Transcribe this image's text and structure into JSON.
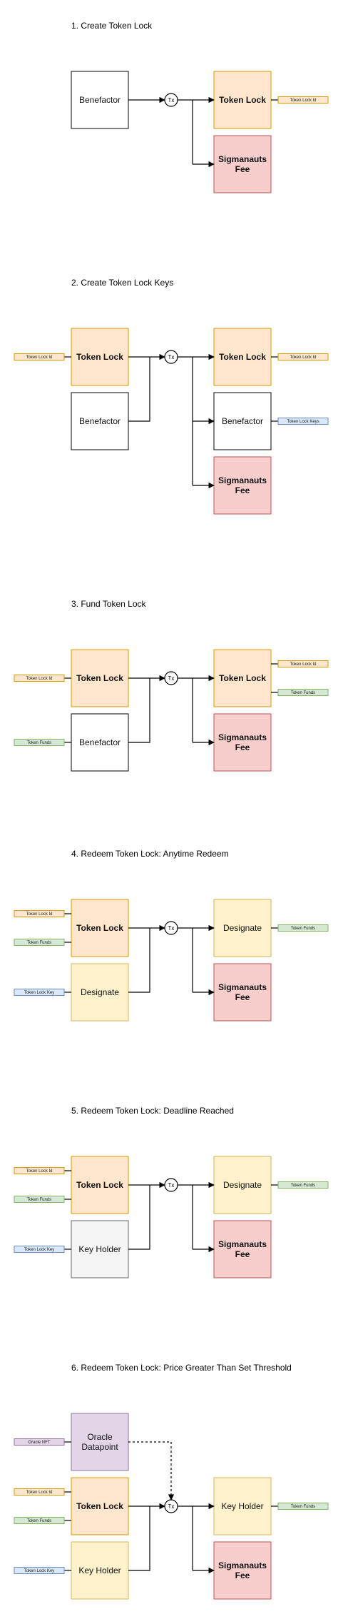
{
  "tx_label": "Tx",
  "styles": {
    "token": {
      "fill": "#ffe6cc",
      "stroke": "#d79b00"
    },
    "benefactor": {
      "fill": "#ffffff",
      "stroke": "#000000"
    },
    "fee": {
      "fill": "#f8cecc",
      "stroke": "#b85450"
    },
    "designate": {
      "fill": "#fff2cc",
      "stroke": "#d6b656"
    },
    "keyholder_gray": {
      "fill": "#f5f5f5",
      "stroke": "#666666"
    },
    "oracle": {
      "fill": "#e1d5e7",
      "stroke": "#9673a6"
    },
    "tag_orange": {
      "fill": "#ffe6cc",
      "stroke": "#d79b00"
    },
    "tag_green": {
      "fill": "#d5e8d4",
      "stroke": "#82b366"
    },
    "tag_blue": {
      "fill": "#dae8fc",
      "stroke": "#6c8ebf"
    },
    "tag_purple": {
      "fill": "#e1d5e7",
      "stroke": "#9673a6"
    }
  },
  "sections": [
    {
      "title": "1. Create Token Lock",
      "inputs": [
        {
          "label": "Benefactor",
          "style": "benefactor",
          "bold": false,
          "tags": []
        }
      ],
      "outputs": [
        {
          "label": "Token Lock",
          "style": "token",
          "bold": true,
          "tags": [
            {
              "label": "Token Lock Id",
              "style": "tag_orange"
            }
          ]
        },
        {
          "label": "Sigmanauts Fee",
          "style": "fee",
          "bold": true,
          "tags": []
        }
      ]
    },
    {
      "title": "2. Create Token Lock Keys",
      "inputs": [
        {
          "label": "Token Lock",
          "style": "token",
          "bold": true,
          "tags": [
            {
              "label": "Token Lock Id",
              "style": "tag_orange"
            }
          ]
        },
        {
          "label": "Benefactor",
          "style": "benefactor",
          "bold": false,
          "tags": []
        }
      ],
      "outputs": [
        {
          "label": "Token Lock",
          "style": "token",
          "bold": true,
          "tags": [
            {
              "label": "Token Lock Id",
              "style": "tag_orange"
            }
          ]
        },
        {
          "label": "Benefactor",
          "style": "benefactor",
          "bold": false,
          "tags": [
            {
              "label": "Token Lock Keys",
              "style": "tag_blue"
            }
          ]
        },
        {
          "label": "Sigmanauts Fee",
          "style": "fee",
          "bold": true,
          "tags": []
        }
      ]
    },
    {
      "title": "3. Fund Token Lock",
      "inputs": [
        {
          "label": "Token Lock",
          "style": "token",
          "bold": true,
          "tags": [
            {
              "label": "Token Lock Id",
              "style": "tag_orange"
            }
          ]
        },
        {
          "label": "Benefactor",
          "style": "benefactor",
          "bold": false,
          "tags": [
            {
              "label": "Token Funds",
              "style": "tag_green"
            }
          ]
        }
      ],
      "outputs": [
        {
          "label": "Token Lock",
          "style": "token",
          "bold": true,
          "tags": [
            {
              "label": "Token Lock Id",
              "style": "tag_orange"
            },
            {
              "label": "Token Funds",
              "style": "tag_green"
            }
          ]
        },
        {
          "label": "Sigmanauts Fee",
          "style": "fee",
          "bold": true,
          "tags": []
        }
      ]
    },
    {
      "title": "4. Redeem Token Lock: Anytime Redeem",
      "inputs": [
        {
          "label": "Token Lock",
          "style": "token",
          "bold": true,
          "tags": [
            {
              "label": "Token Lock Id",
              "style": "tag_orange"
            },
            {
              "label": "Token Funds",
              "style": "tag_green"
            }
          ]
        },
        {
          "label": "Designate",
          "style": "designate",
          "bold": false,
          "tags": [
            {
              "label": "Token Lock Key",
              "style": "tag_blue"
            }
          ]
        }
      ],
      "outputs": [
        {
          "label": "Designate",
          "style": "designate",
          "bold": false,
          "tags": [
            {
              "label": "Token Funds",
              "style": "tag_green"
            }
          ]
        },
        {
          "label": "Sigmanauts Fee",
          "style": "fee",
          "bold": true,
          "tags": []
        }
      ]
    },
    {
      "title": "5. Redeem Token Lock: Deadline Reached",
      "inputs": [
        {
          "label": "Token Lock",
          "style": "token",
          "bold": true,
          "tags": [
            {
              "label": "Token Lock Id",
              "style": "tag_orange"
            },
            {
              "label": "Token Funds",
              "style": "tag_green"
            }
          ]
        },
        {
          "label": "Key Holder",
          "style": "keyholder_gray",
          "bold": false,
          "tags": [
            {
              "label": "Token Lock Key",
              "style": "tag_blue"
            }
          ]
        }
      ],
      "outputs": [
        {
          "label": "Designate",
          "style": "designate",
          "bold": false,
          "tags": [
            {
              "label": "Token Funds",
              "style": "tag_green"
            }
          ]
        },
        {
          "label": "Sigmanauts Fee",
          "style": "fee",
          "bold": true,
          "tags": []
        }
      ]
    },
    {
      "title": "6. Redeem Token Lock: Price Greater Than Set Threshold",
      "data_input": {
        "label": "Oracle Datapoint",
        "style": "oracle",
        "bold": false,
        "tags": [
          {
            "label": "Oracle NFT",
            "style": "tag_purple"
          }
        ]
      },
      "inputs": [
        {
          "label": "Token Lock",
          "style": "token",
          "bold": true,
          "tags": [
            {
              "label": "Token Lock Id",
              "style": "tag_orange"
            },
            {
              "label": "Token Funds",
              "style": "tag_green"
            }
          ]
        },
        {
          "label": "Key Holder",
          "style": "designate",
          "bold": false,
          "tags": [
            {
              "label": "Token Lock Key",
              "style": "tag_blue"
            }
          ]
        }
      ],
      "outputs": [
        {
          "label": "Key Holder",
          "style": "designate",
          "bold": false,
          "tags": [
            {
              "label": "Token Funds",
              "style": "tag_green"
            }
          ]
        },
        {
          "label": "Sigmanauts Fee",
          "style": "fee",
          "bold": true,
          "tags": []
        }
      ]
    }
  ]
}
